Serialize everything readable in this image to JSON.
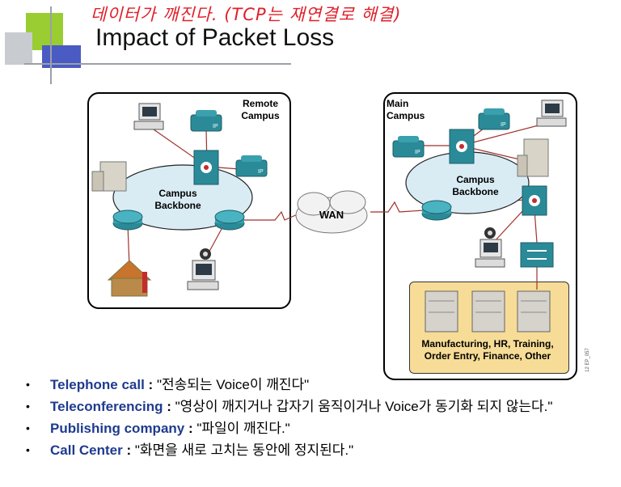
{
  "slide": {
    "title": "Impact of Packet Loss",
    "handwritten_note": "데이터가 깨진다. (TCP는 재연결로 해결)"
  },
  "diagram": {
    "remote_campus_label": [
      "Remote",
      "Campus"
    ],
    "main_campus_label": [
      "Main",
      "Campus"
    ],
    "remote_backbone_label": [
      "Campus",
      "Backbone"
    ],
    "main_backbone_label": [
      "Campus",
      "Backbone"
    ],
    "wan_label": "WAN",
    "ip_phone_text": "IP",
    "server_group_label": [
      "Manufacturing, HR, Training,",
      "Order Entry, Finance, Other"
    ],
    "figure_code": "12 EP_057"
  },
  "bullets": [
    {
      "term": "Telephone call",
      "colon": " : ",
      "text": "\"전송되는 Voice이 깨진다\""
    },
    {
      "term": "Teleconferencing",
      "colon": " : ",
      "text": "\"영상이 깨지거나 갑자기 움직이거나 Voice가 동기화 되지 않는다.\""
    },
    {
      "term": "Publishing company",
      "colon": " : ",
      "text": "\"파일이 깨진다.\""
    },
    {
      "term": "Call Center",
      "colon": " : ",
      "text": "\"화면을 새로 고치는 동안에 정지된다.\""
    }
  ],
  "colors": {
    "accent_green": "#9acd32",
    "accent_blue": "#4a5bc4",
    "backbone_fill": "#d9ecf4",
    "device_teal": "#2a8a98",
    "server_area": "#f6dc96",
    "term_color": "#1f3b8f"
  }
}
